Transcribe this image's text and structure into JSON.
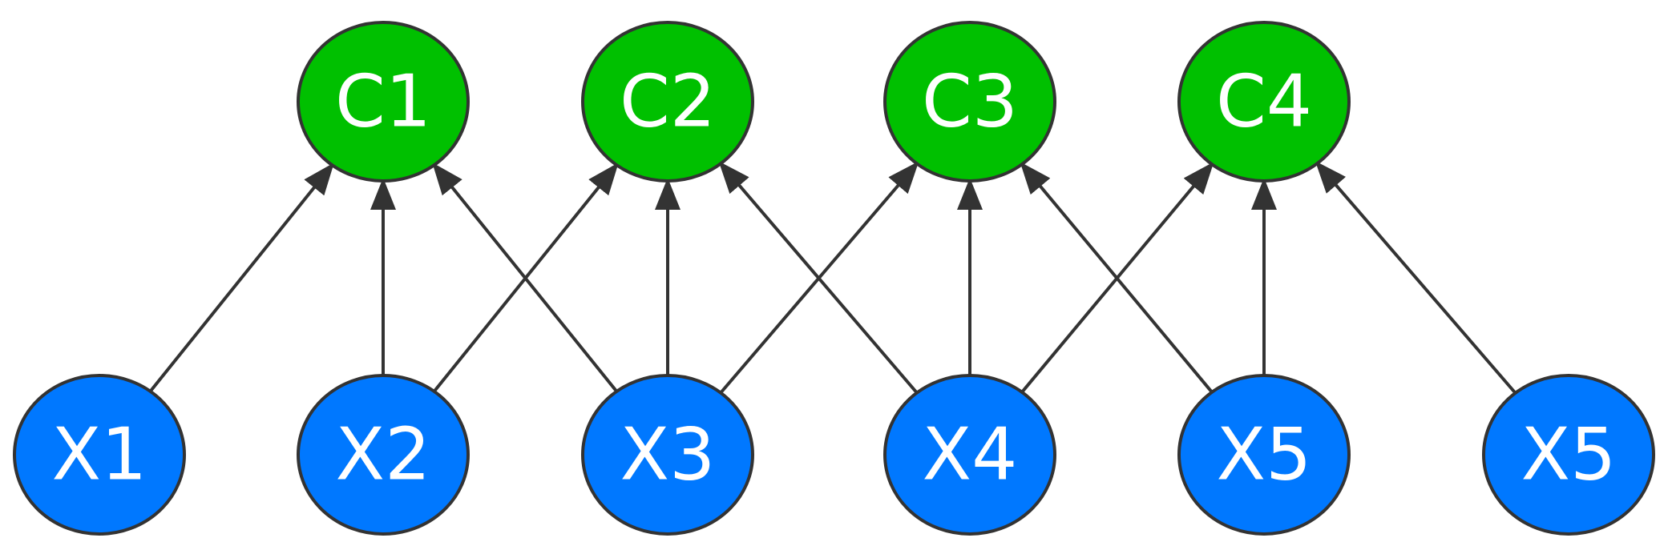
{
  "colors": {
    "top_fill": "#00c000",
    "bottom_fill": "#0078ff",
    "stroke": "#333333",
    "text": "#ffffff"
  },
  "top_nodes": [
    {
      "id": "c1",
      "label": "C1"
    },
    {
      "id": "c2",
      "label": "C2"
    },
    {
      "id": "c3",
      "label": "C3"
    },
    {
      "id": "c4",
      "label": "C4"
    }
  ],
  "bottom_nodes": [
    {
      "id": "x1",
      "label": "X1"
    },
    {
      "id": "x2",
      "label": "X2"
    },
    {
      "id": "x3",
      "label": "X3"
    },
    {
      "id": "x4",
      "label": "X4"
    },
    {
      "id": "x5",
      "label": "X5"
    },
    {
      "id": "x6",
      "label": "X5"
    }
  ],
  "edges": [
    {
      "from": "x1",
      "to": "c1"
    },
    {
      "from": "x2",
      "to": "c1"
    },
    {
      "from": "x3",
      "to": "c1"
    },
    {
      "from": "x2",
      "to": "c2"
    },
    {
      "from": "x3",
      "to": "c2"
    },
    {
      "from": "x4",
      "to": "c2"
    },
    {
      "from": "x3",
      "to": "c3"
    },
    {
      "from": "x4",
      "to": "c3"
    },
    {
      "from": "x5",
      "to": "c3"
    },
    {
      "from": "x4",
      "to": "c4"
    },
    {
      "from": "x5",
      "to": "c4"
    },
    {
      "from": "x6",
      "to": "c4"
    }
  ]
}
